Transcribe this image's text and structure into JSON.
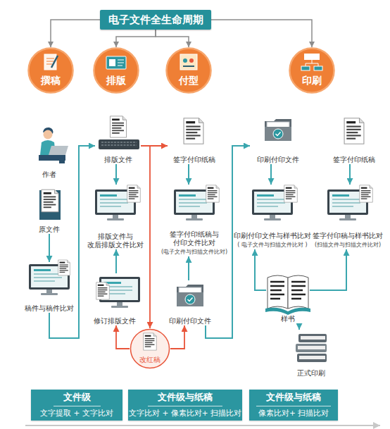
{
  "diagram": {
    "nodes": [
      {
        "text": [
          "电子文件全生命周期"
        ]
      },
      {
        "text": [
          "撰稿"
        ]
      },
      {
        "text": [
          "排版"
        ]
      },
      {
        "text": [
          "付型"
        ]
      },
      {
        "text": [
          "印刷"
        ]
      },
      {
        "text": [
          "作者"
        ]
      },
      {
        "text": [
          "原文件"
        ]
      },
      {
        "text": [
          "稿件与稿件比对"
        ]
      },
      {
        "text": [
          "排版文件"
        ]
      },
      {
        "text": [
          "排版文件与 改后排版文件比对"
        ]
      },
      {
        "text": [
          "修订排版文件"
        ]
      },
      {
        "text": [
          "改红稿"
        ]
      },
      {
        "text": [
          "签字付印纸稿"
        ]
      },
      {
        "text": [
          "签字付印纸稿与 付印文件比对",
          "(电子文件与扫描文件比对)"
        ]
      },
      {
        "text": [
          "印刷付印文件"
        ]
      },
      {
        "text": [
          "印刷付印文件"
        ]
      },
      {
        "text": [
          "签字付印纸稿"
        ]
      },
      {
        "text": [
          "印刷付印文件与样书比对",
          "( 电子文件与扫描文件比对 )"
        ]
      },
      {
        "text": [
          "签字付印稿与样书比对",
          "(扫描文件与扫描文件比对)"
        ]
      },
      {
        "text": [
          "样书"
        ]
      },
      {
        "text": [
          "正式印刷"
        ]
      },
      {
        "text": [
          "文件级",
          "文字提取 + 文字比对"
        ]
      },
      {
        "text": [
          "文件级与纸稿",
          "文字比对 + 像素比对+ 扫描比对"
        ]
      },
      {
        "text": [
          "文件级与纸稿",
          "像素比对+ 扫描比对"
        ]
      }
    ],
    "edges": [
      {
        "from": 0,
        "to": 1,
        "arrow": "to"
      },
      {
        "from": 0,
        "to": 2,
        "arrow": "to"
      },
      {
        "from": 0,
        "to": 3,
        "arrow": "to"
      },
      {
        "from": 0,
        "to": 4,
        "arrow": "to"
      },
      {
        "from": 6,
        "to": 7,
        "arrow": "to"
      },
      {
        "from": 7,
        "to": 8,
        "arrow": "to"
      },
      {
        "from": 8,
        "to": 9,
        "arrow": "to"
      },
      {
        "from": 10,
        "to": 9,
        "arrow": "to"
      },
      {
        "from": 8,
        "to": 12,
        "arrow": "to"
      },
      {
        "from": 8,
        "to": 11,
        "arrow": "to"
      },
      {
        "from": 11,
        "to": 10,
        "arrow": "to"
      },
      {
        "from": 11,
        "to": 14,
        "arrow": "to"
      },
      {
        "from": 12,
        "to": 13,
        "arrow": "to"
      },
      {
        "from": 14,
        "to": 13,
        "arrow": "to"
      },
      {
        "from": 14,
        "to": 15,
        "arrow": "to"
      },
      {
        "from": 15,
        "to": 17,
        "arrow": "to"
      },
      {
        "from": 16,
        "to": 18,
        "arrow": "to"
      },
      {
        "from": 19,
        "to": 17,
        "arrow": "to"
      },
      {
        "from": 19,
        "to": 18,
        "arrow": "to"
      },
      {
        "from": 19,
        "to": 20,
        "arrow": "to"
      }
    ]
  }
}
